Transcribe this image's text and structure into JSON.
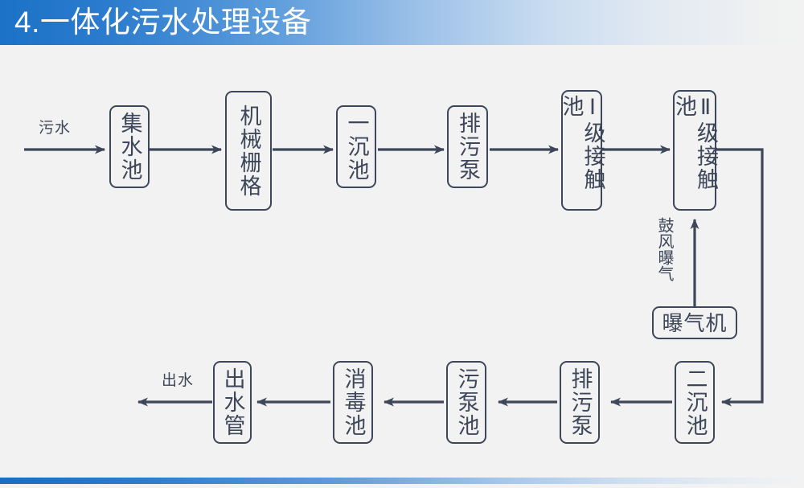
{
  "header": {
    "title": "4.一体化污水处理设备",
    "bg_left_color": "#1b72c7",
    "bg_right_color": "#f2f2f2",
    "text_color": "#ffffff"
  },
  "footer": {
    "bar_left_color": "#1c6dbf",
    "bar_right_color": "#f2f2f2"
  },
  "diagram": {
    "line_color": "#3d4759",
    "box_fill": "#f2f2f2",
    "canvas_bg": "#f2f2f2",
    "labels": {
      "inlet": "污水",
      "outlet": "出水",
      "aeration": "鼓风曝气"
    },
    "nodes": [
      {
        "id": "collection-tank",
        "label": "集水池",
        "orientation": "vertical",
        "row": "top"
      },
      {
        "id": "mechanical-grille",
        "label": "机械栅格",
        "orientation": "vertical",
        "row": "top"
      },
      {
        "id": "primary-settling",
        "label": "一沉池",
        "orientation": "vertical",
        "row": "top"
      },
      {
        "id": "sewage-pump-1",
        "label": "排污泵",
        "orientation": "vertical",
        "row": "top"
      },
      {
        "id": "contact-tank-1",
        "label": "Ⅰ级接触池",
        "orientation": "vertical",
        "row": "top"
      },
      {
        "id": "contact-tank-2",
        "label": "Ⅱ级接触池",
        "orientation": "vertical",
        "row": "top"
      },
      {
        "id": "aerator",
        "label": "曝气机",
        "orientation": "horizontal",
        "row": "middle"
      },
      {
        "id": "secondary-settling",
        "label": "二沉池",
        "orientation": "vertical",
        "row": "bottom"
      },
      {
        "id": "sewage-pump-2",
        "label": "排污泵",
        "orientation": "vertical",
        "row": "bottom"
      },
      {
        "id": "sludge-pump-tank",
        "label": "污泵池",
        "orientation": "vertical",
        "row": "bottom"
      },
      {
        "id": "disinfection-tank",
        "label": "消毒池",
        "orientation": "vertical",
        "row": "bottom"
      },
      {
        "id": "effluent-pipe",
        "label": "出水管",
        "orientation": "vertical",
        "row": "bottom"
      }
    ],
    "flow_sequence": [
      "污水",
      "集水池",
      "机械栅格",
      "一沉池",
      "排污泵",
      "Ⅰ级接触池",
      "Ⅱ级接触池",
      "二沉池",
      "排污泵",
      "污泵池",
      "消毒池",
      "出水管",
      "出水"
    ],
    "side_flow": {
      "from": "曝气机",
      "to": "Ⅱ级接触池",
      "label": "鼓风曝气"
    }
  }
}
